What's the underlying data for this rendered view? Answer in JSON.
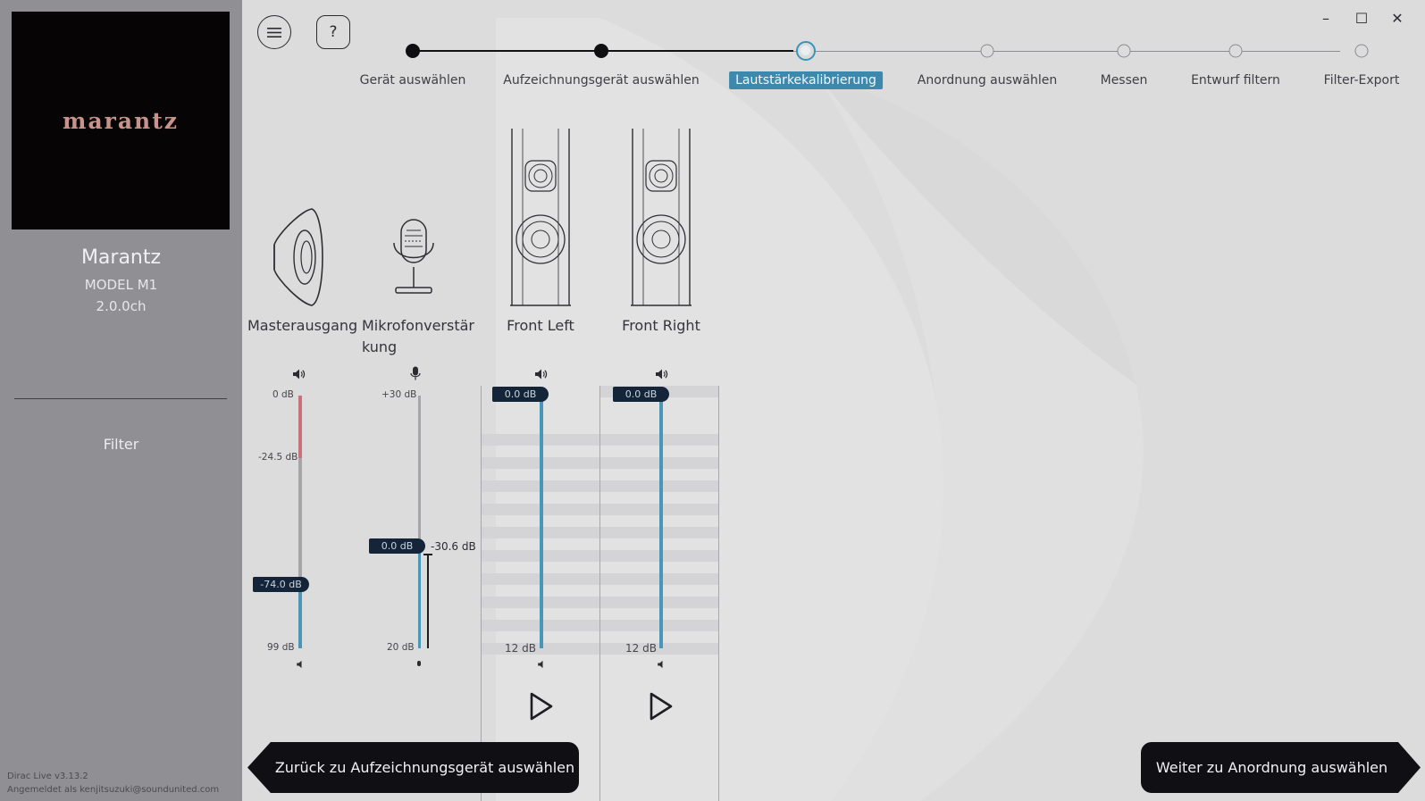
{
  "sidebar": {
    "logo_text": "marantz",
    "device_name": "Marantz",
    "device_model": "MODEL M1",
    "device_channels": "2.0.0ch",
    "filter_label": "Filter",
    "version": "Dirac Live v3.13.2",
    "login": "Angemeldet als kenjitsuzuki@soundunited.com"
  },
  "toolbar": {
    "menu_icon": "hamburger-menu-icon",
    "help_label": "?"
  },
  "window_controls": {
    "minimize": "–",
    "maximize": "☐",
    "close": "✕"
  },
  "stepper": {
    "steps": [
      {
        "label": "Gerät auswählen",
        "state": "done"
      },
      {
        "label": "Aufzeichnungsgerät auswählen",
        "state": "done"
      },
      {
        "label": "Lautstärkekalibrierung",
        "state": "current"
      },
      {
        "label": "Anordnung auswählen",
        "state": "todo"
      },
      {
        "label": "Messen",
        "state": "todo"
      },
      {
        "label": "Entwurf filtern",
        "state": "todo"
      },
      {
        "label": "Filter-Export",
        "state": "todo"
      }
    ]
  },
  "channels": {
    "master": {
      "label": "Masterausgang",
      "scale_top": "0 dB",
      "scale_mid": "-24.5 dB",
      "scale_bottom": "99 dB",
      "value": "-74.0 dB",
      "icon": "speaker-volume-icon"
    },
    "mic": {
      "label_line1": "Mikrofonverstär",
      "label_line2": "kung",
      "scale_top": "+30 dB",
      "scale_bottom": "20 dB",
      "value": "0.0 dB",
      "reading": "-30.6 dB",
      "icon": "microphone-icon"
    },
    "front_left": {
      "label": "Front Left",
      "value": "0.0 dB",
      "scale_bottom": "12 dB"
    },
    "front_right": {
      "label": "Front Right",
      "value": "0.0 dB",
      "scale_bottom": "12 dB"
    }
  },
  "navigation": {
    "back_label": "Zurück zu Aufzeichnungsgerät auswählen",
    "next_label": "Weiter zu Anordnung auswählen"
  },
  "colors": {
    "accent": "#3d89ad",
    "slider_blue": "#4a96b8",
    "warning_red": "#c9707a",
    "dark_tag": "#14253a",
    "sidebar": "#8f8f94",
    "background": "#dcdcdd"
  }
}
